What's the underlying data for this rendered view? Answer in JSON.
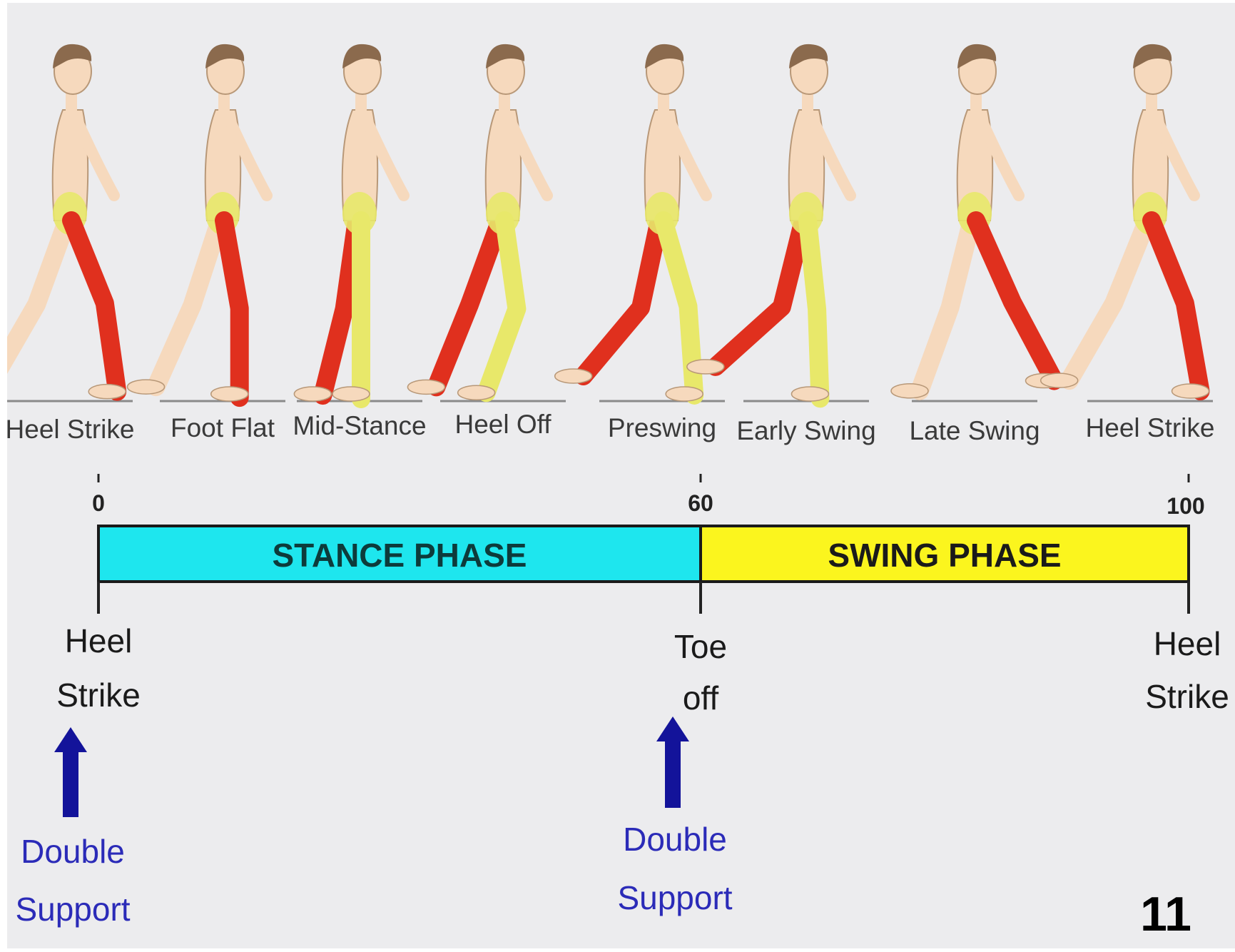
{
  "diagram": {
    "figure_labels": [
      "Heel Strike",
      "Foot Flat",
      "Mid-Stance",
      "Heel Off",
      "Preswing",
      "Early Swing",
      "Late Swing",
      "Heel Strike"
    ],
    "ticks": [
      "0",
      "60",
      "100"
    ],
    "stance_label": "STANCE PHASE",
    "swing_label": "SWING PHASE",
    "events": [
      {
        "line1": "Heel",
        "line2": "Strike"
      },
      {
        "line1": "Toe",
        "line2": "off"
      },
      {
        "line1": "Heel",
        "line2": "Strike"
      }
    ],
    "supports": [
      {
        "line1": "Double",
        "line2": "Support"
      },
      {
        "line1": "Double",
        "line2": "Support"
      }
    ],
    "slide_number": "11"
  },
  "colors": {
    "stance": "#1ee6ee",
    "swing": "#fbf51e",
    "skin": "#f6d9bd",
    "hair": "#8b6a4d",
    "muscle_active": "#e0301e",
    "leg_highlight": "#e8e86a",
    "arrow": "#13139a",
    "support_text": "#2b2bb8",
    "background": "#ececee"
  }
}
